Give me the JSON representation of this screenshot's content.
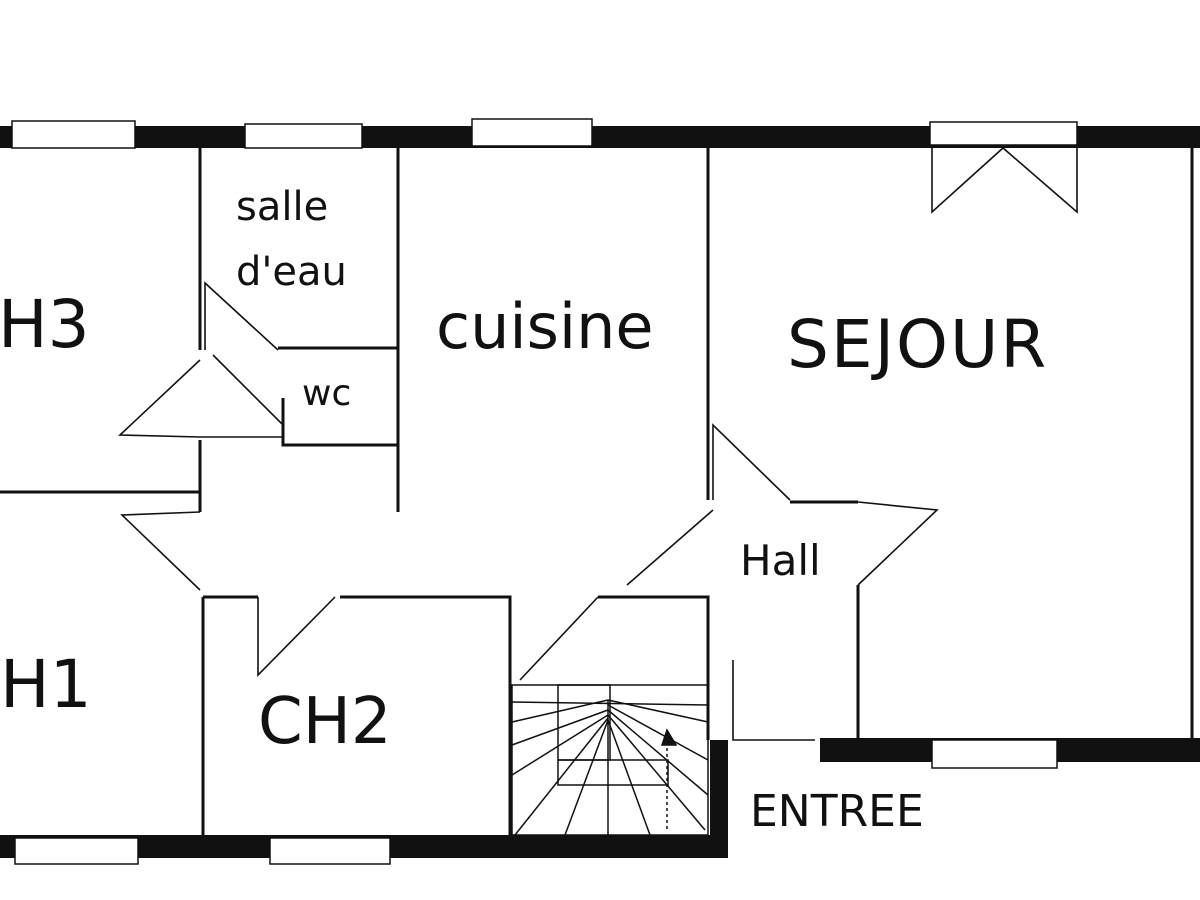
{
  "rooms": {
    "ch3": "H3",
    "ch1": "H1",
    "ch2": "CH2",
    "salle_deau_line1": "salle",
    "salle_deau_line2": "d'eau",
    "wc": "wc",
    "cuisine": "cuisine",
    "sejour": "SEJOUR",
    "hall": "Hall",
    "entree": "ENTREE"
  },
  "colors": {
    "wall": "#111111",
    "background": "#ffffff"
  }
}
